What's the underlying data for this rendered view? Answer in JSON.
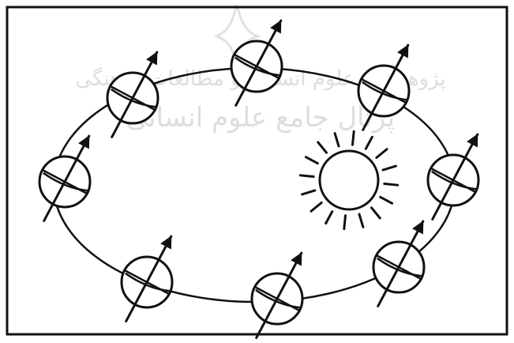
{
  "diagram": {
    "subject": "earth-orbit-around-sun",
    "planet_positions": [
      {
        "id": "earth-1"
      },
      {
        "id": "earth-2"
      },
      {
        "id": "earth-3"
      },
      {
        "id": "earth-4"
      },
      {
        "id": "earth-5"
      },
      {
        "id": "earth-6"
      },
      {
        "id": "earth-7"
      },
      {
        "id": "earth-8"
      }
    ],
    "colors": {
      "ink": "#111111",
      "paper": "#ffffff",
      "watermark": "#d8d8d8"
    }
  },
  "watermark": {
    "line1": "پژوهشگاه علوم انسانی و مطالعات فرهنگی",
    "line2": "پرتال جامع علوم انسانی"
  }
}
